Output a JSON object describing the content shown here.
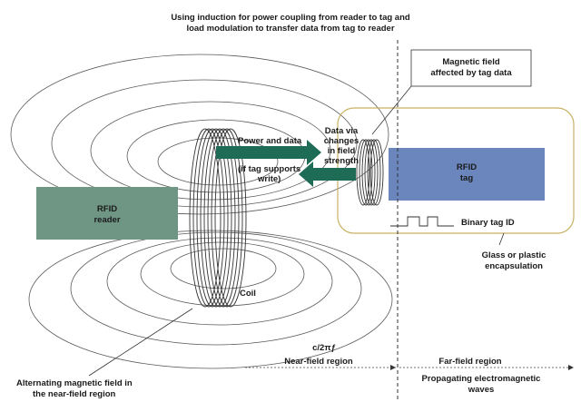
{
  "diagram": {
    "title_line1": "Using induction for power coupling from reader to tag and",
    "title_line2": "load modulation to transfer data from tag to reader",
    "reader": {
      "line1": "RFID",
      "line2": "reader",
      "color": "#6f9585"
    },
    "tag": {
      "line1": "RFID",
      "line2": "tag",
      "color": "#6a86bd"
    },
    "arrow_color": "#1e6b56",
    "encapsulation_color": "#c9b064",
    "labels": {
      "power_data": "Power and data",
      "write_line1": "(if tag supports",
      "write_line2": "write)",
      "data_via_1": "Data via",
      "data_via_2": "changes",
      "data_via_3": "in field",
      "data_via_4": "strength",
      "mag_box_1": "Magnetic field",
      "mag_box_2": "affected by tag data",
      "binary_tag_id": "Binary tag ID",
      "glass_1": "Glass or plastic",
      "glass_2": "encapsulation",
      "coil": "Coil",
      "alt_1": "Alternating magnetic field in",
      "alt_2": "the near-field region",
      "c2pi": "c/2πƒ",
      "near_field": "Near-field region",
      "far_field": "Far-field region",
      "prop_1": "Propagating electromagnetic",
      "prop_2": "waves"
    }
  }
}
